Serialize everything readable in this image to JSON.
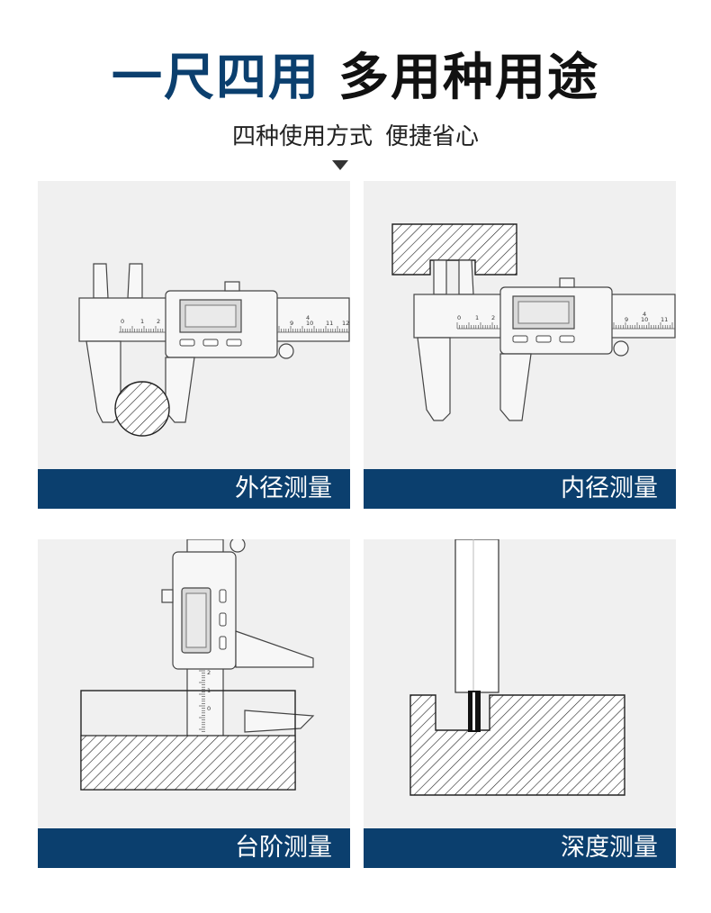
{
  "header": {
    "title_accent": "一尺四用",
    "title_rest": "多用种用途",
    "subtitle_part1": "四种使用方式",
    "subtitle_part2": "便捷省心"
  },
  "colors": {
    "accent": "#0b3f6e",
    "panel_bg": "#f0f0f0"
  },
  "panels": [
    {
      "caption": "外径测量",
      "scale_numbers": [
        "0",
        "1",
        "2",
        "9",
        "10",
        "11",
        "12"
      ],
      "scale_marker": "4"
    },
    {
      "caption": "内径测量",
      "scale_numbers": [
        "0",
        "1",
        "2",
        "9",
        "10",
        "11"
      ],
      "scale_marker": "4"
    },
    {
      "caption": "台阶测量",
      "scale_numbers": [
        "0",
        "1",
        "2"
      ]
    },
    {
      "caption": "深度测量"
    }
  ]
}
